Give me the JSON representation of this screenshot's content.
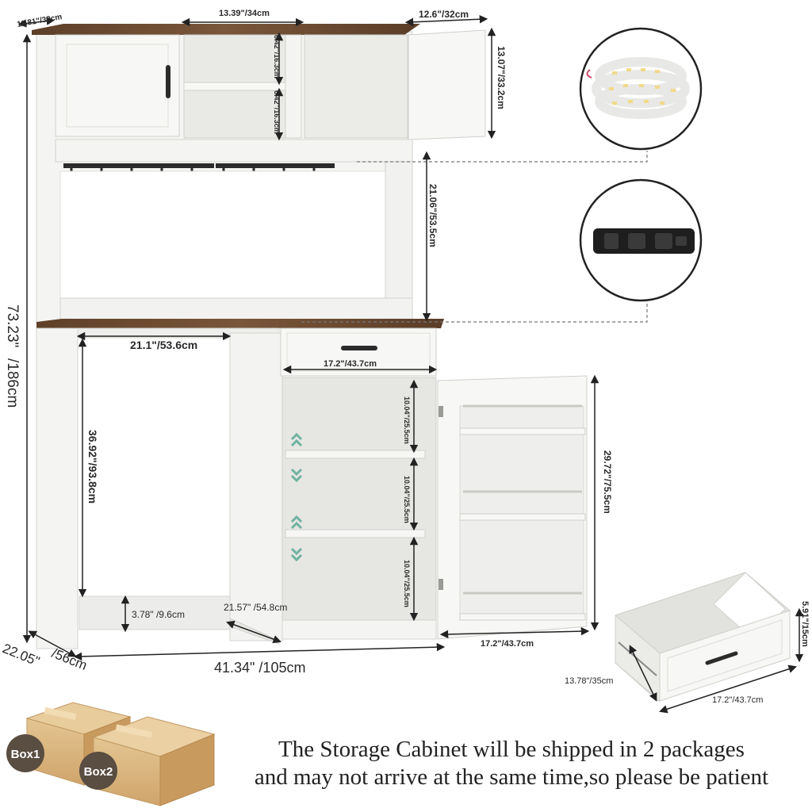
{
  "dimensions": {
    "top_depth": "11.81\"/30cm",
    "open_width": "13.39\"/34cm",
    "shelf_top": "6.42\"/16.3cm",
    "shelf_bottom": "6.42\"/16.3cm",
    "door_width": "12.6\"/32cm",
    "door_height": "13.07\"/33.2cm",
    "hutch_opening": "21.06\"/53.5cm",
    "total_height_in": "73.23\"",
    "total_height_cm": "/186cm",
    "desk_width": "21.1\"/53.6cm",
    "drawer_width": "17.2\"/43.7cm",
    "desk_height": "36.92\"/93.8cm",
    "cab_shelf_1": "10.04\"/25.5cm",
    "cab_shelf_2": "10.04\"/25.5cm",
    "cab_shelf_3": "10.04\"/25.5cm",
    "cab_door_height": "29.72\"/75.5cm",
    "footrest_height": "3.78\" /9.6cm",
    "cab_depth": "21.57\" /54.8cm",
    "cab_door_width": "17.2\"/43.7cm",
    "total_depth_in": "22.05\"",
    "total_depth_cm": "/56cm",
    "total_width": "41.34\" /105cm",
    "drawer_height": "5.91\"/15cm",
    "drawer_depth": "13.78\"/35cm",
    "drawer_len": "17.2\"/43.7cm"
  },
  "boxes": {
    "box1": "Box1",
    "box2": "Box2"
  },
  "notice": {
    "line1": "The Storage Cabinet will be shipped in 2 packages",
    "line2": "and may not arrive at the same time,so please be patient"
  },
  "colors": {
    "board": "#f4f4f2",
    "edge": "#d6d6d3",
    "wood": "#6b4a32",
    "handle": "#2b2b2b",
    "box": "#d9b57f",
    "badge": "#5a4d41"
  },
  "icons": [
    "led-strip-icon",
    "power-outlet-icon",
    "arrow-up-icon",
    "arrow-down-icon"
  ]
}
